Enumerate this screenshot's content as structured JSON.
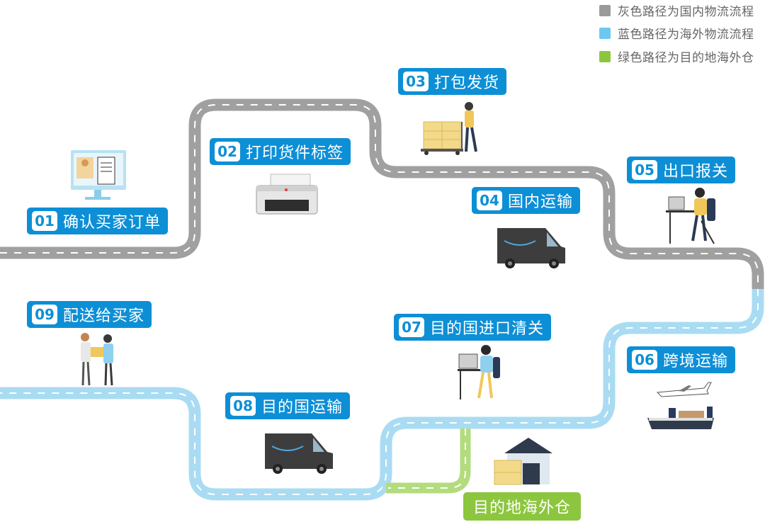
{
  "legend": [
    {
      "label": "灰色路径为国内物流流程",
      "color": "#9a9a9a"
    },
    {
      "label": "蓝色路径为海外物流流程",
      "color": "#6cc8ef"
    },
    {
      "label": "绿色路径为目的地海外仓",
      "color": "#8cc63f"
    }
  ],
  "colors": {
    "accent": "#0d8fd6",
    "gray_road": "#a0a0a0",
    "blue_road": "#a9dcf3",
    "green_road": "#b3dc7e"
  },
  "steps": [
    {
      "num": "01",
      "label": "确认买家订单",
      "icon": "computer-order-icon"
    },
    {
      "num": "02",
      "label": "打印货件标签",
      "icon": "printer-icon"
    },
    {
      "num": "03",
      "label": "打包发货",
      "icon": "packing-worker-icon"
    },
    {
      "num": "04",
      "label": "国内运输",
      "icon": "delivery-van-icon"
    },
    {
      "num": "05",
      "label": "出口报关",
      "icon": "customs-officer-icon"
    },
    {
      "num": "06",
      "label": "跨境运输",
      "icon": "plane-ship-icon"
    },
    {
      "num": "07",
      "label": "目的国进口清关",
      "icon": "import-clearance-icon"
    },
    {
      "num": "08",
      "label": "目的国运输",
      "icon": "delivery-van-icon"
    },
    {
      "num": "09",
      "label": "配送给买家",
      "icon": "handover-icon"
    }
  ],
  "warehouse": {
    "label": "目的地海外仓",
    "icon": "warehouse-icon"
  }
}
